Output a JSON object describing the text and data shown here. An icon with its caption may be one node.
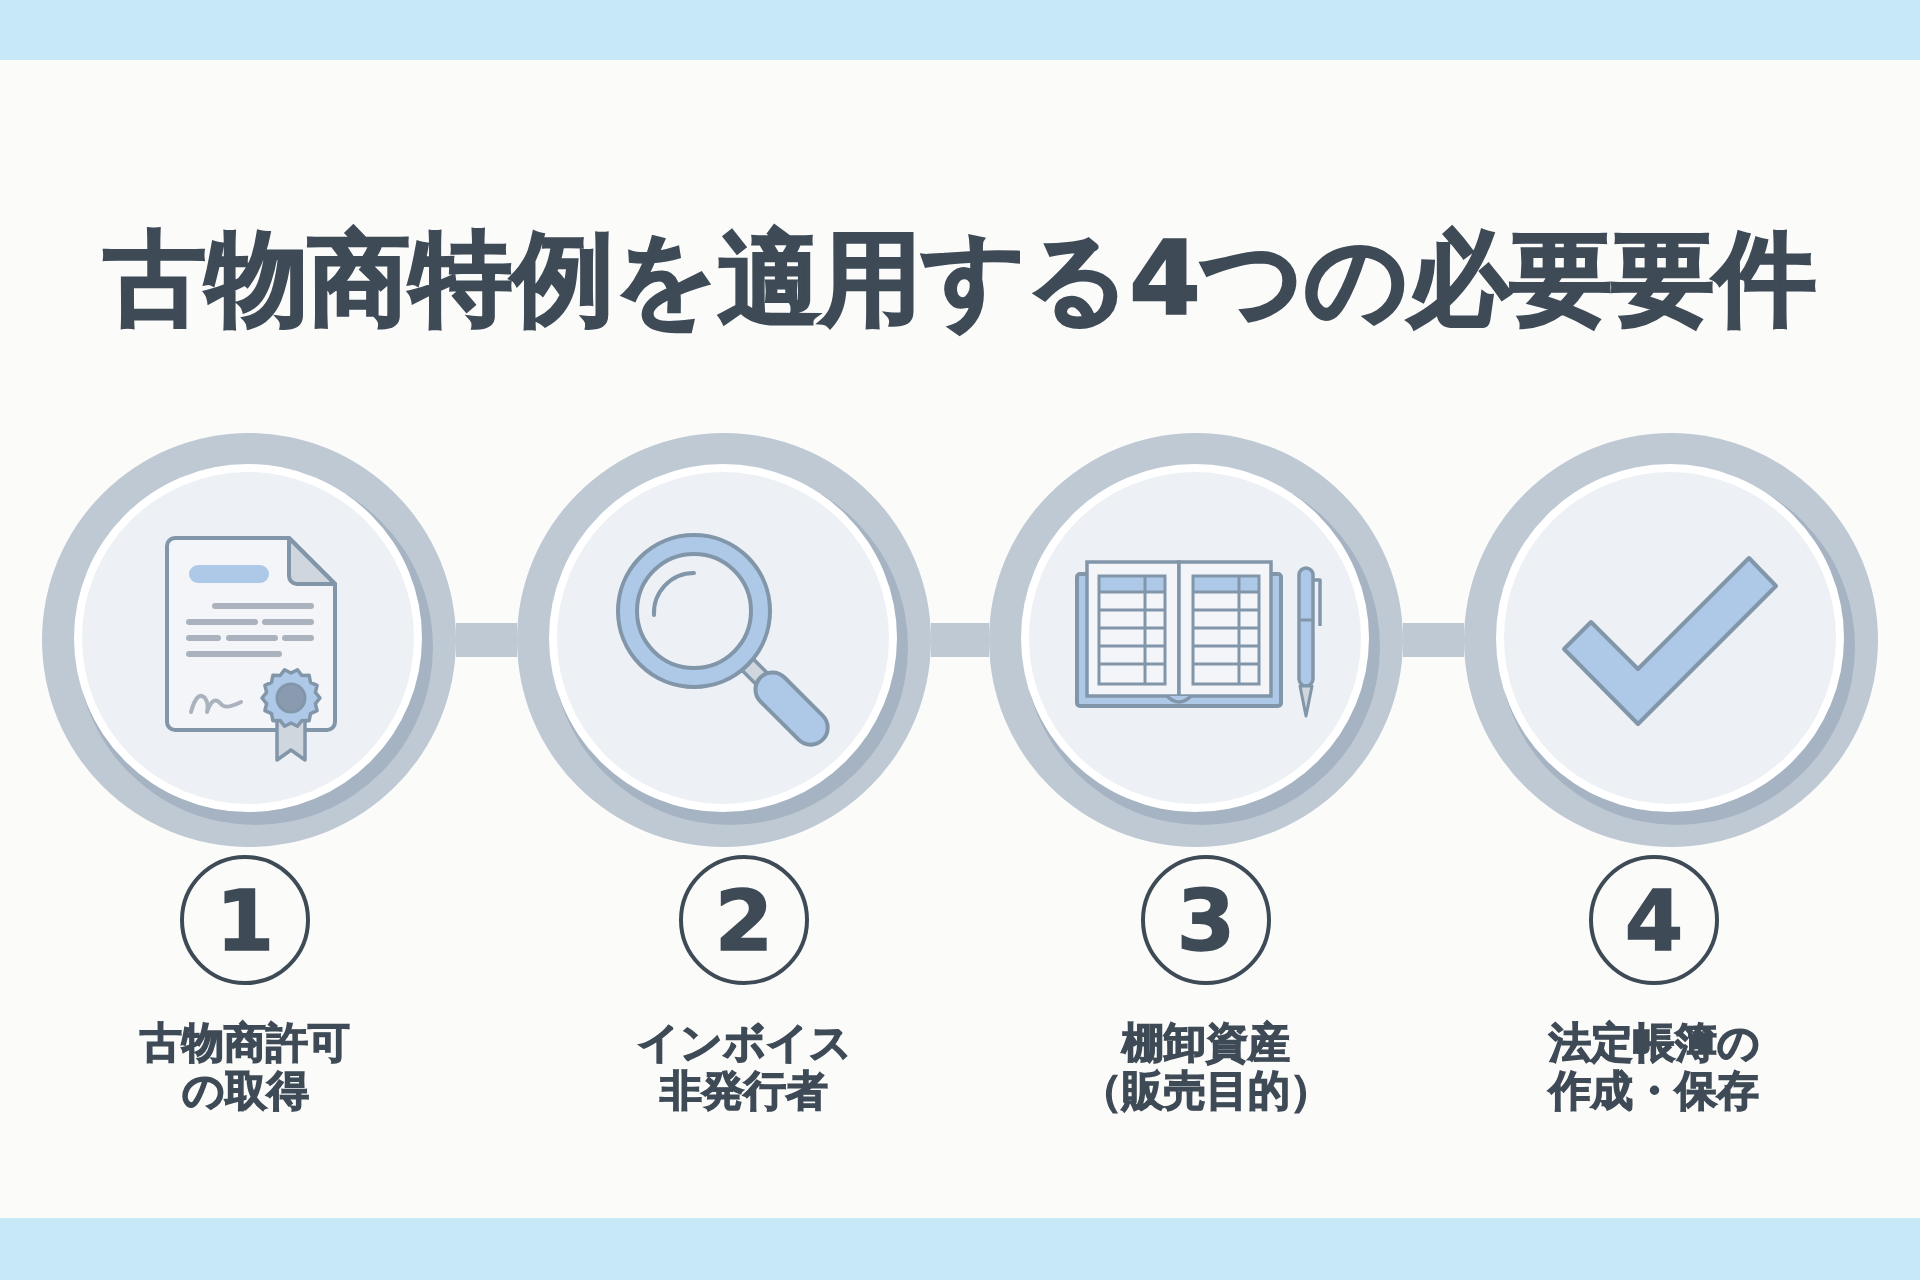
{
  "diagram": {
    "title": "古物商特例を適用する4つの必要要件",
    "nodes": [
      {
        "text": [],
        "shape": "bar"
      },
      {
        "text": [],
        "shape": "circle"
      },
      {
        "text": [],
        "shape": "circle"
      },
      {
        "text": [],
        "shape": "circle"
      },
      {
        "text": [],
        "shape": "circle"
      },
      {
        "text": [
          "1"
        ],
        "beside": [
          "古物商許可の取得"
        ]
      },
      {
        "text": [
          "2"
        ],
        "beside": [
          "インボイス非発行者"
        ]
      },
      {
        "text": [
          "3"
        ],
        "beside": [
          "棚卸資産（販売目的）"
        ]
      },
      {
        "text": [
          "4"
        ],
        "beside": [
          "法定帳簿の作成・保存"
        ]
      },
      {
        "text": [],
        "shape": "bar"
      }
    ],
    "edges": [
      {
        "from": 1,
        "to": 2,
        "arrow": "none"
      },
      {
        "from": 2,
        "to": 3,
        "arrow": "none"
      },
      {
        "from": 3,
        "to": 4,
        "arrow": "none"
      }
    ]
  }
}
